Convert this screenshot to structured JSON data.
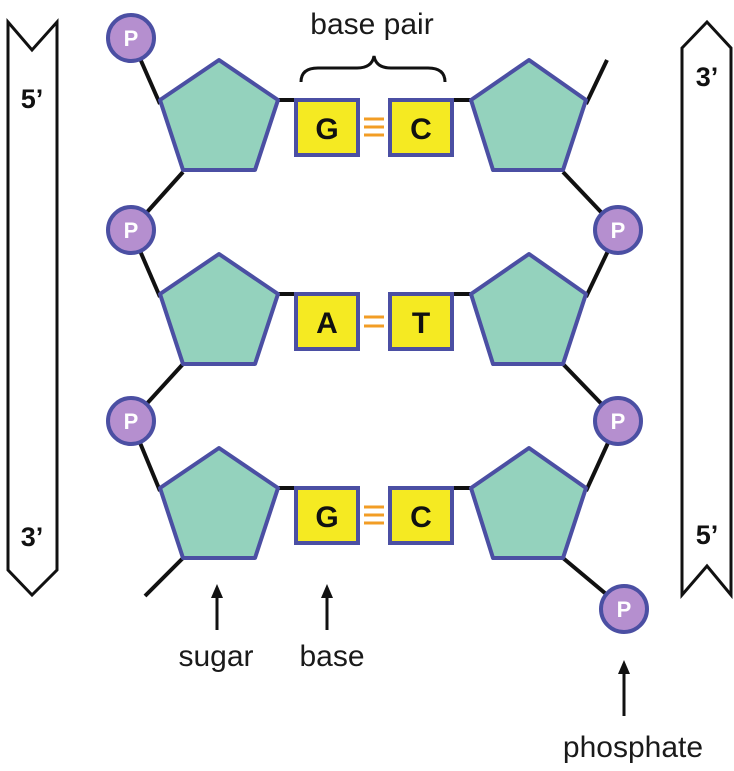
{
  "labels": {
    "base_pair": "base pair",
    "sugar": "sugar",
    "base": "base",
    "phosphate": "phosphate"
  },
  "strands": {
    "left_top": "5’",
    "left_bottom": "3’",
    "right_top": "3’",
    "right_bottom": "5’"
  },
  "phosphate_symbol": "P",
  "base_pairs": [
    {
      "left": "G",
      "right": "C",
      "bonds": 3
    },
    {
      "left": "A",
      "right": "T",
      "bonds": 2
    },
    {
      "left": "G",
      "right": "C",
      "bonds": 3
    }
  ],
  "colors": {
    "sugar_fill": "#94d2bd",
    "outline": "#4b4fa3",
    "base_fill": "#f5ea22",
    "hydrogen_bond": "#f29d25",
    "phosphate_fill": "#b58fcf",
    "backbone": "#111111"
  }
}
